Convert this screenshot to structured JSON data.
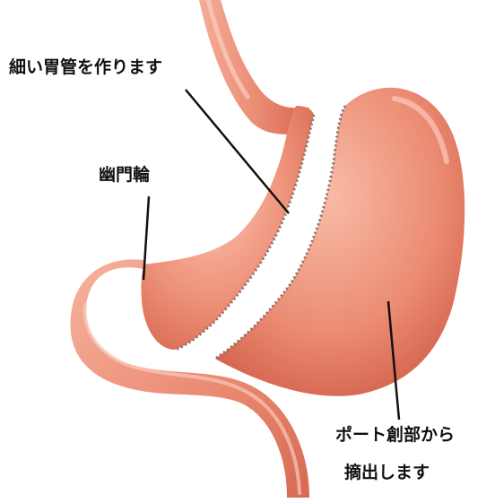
{
  "labels": {
    "sleeve": "細い胃管を作ります",
    "pylorus": "幽門輪",
    "port_line1": "ポート創部から",
    "port_line2": "摘出します"
  },
  "colors": {
    "stomach_base": "#e9806a",
    "stomach_light": "#f6b59f",
    "stomach_dark": "#c9543e",
    "staple": "#8a6d6d",
    "line": "#111111",
    "background": "#ffffff"
  }
}
